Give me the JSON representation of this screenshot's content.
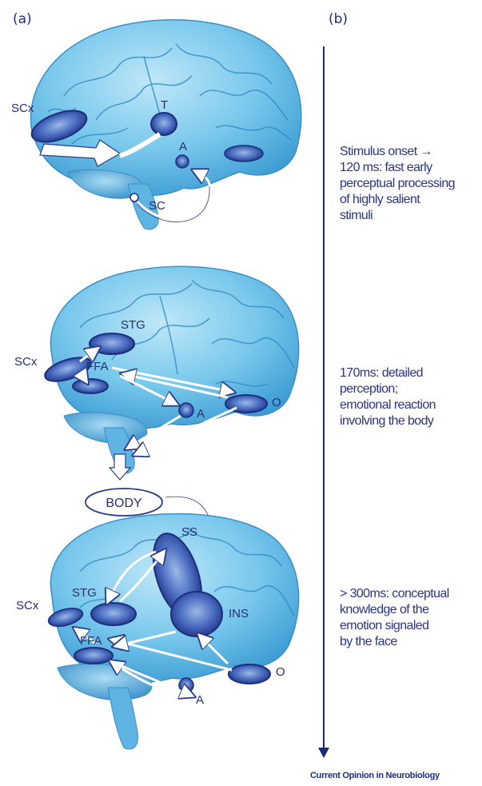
{
  "panels": {
    "a": "(a)",
    "b": "(b)"
  },
  "brain1": {
    "scx": "SCx",
    "t": "T",
    "a": "A",
    "sc": "SC"
  },
  "brain2": {
    "scx": "SCx",
    "stg": "STG",
    "ffa": "FFA",
    "a": "A",
    "o": "O"
  },
  "body_box": "BODY",
  "brain3": {
    "scx": "SCx",
    "stg": "STG",
    "ffa": "FFA",
    "ss": "SS",
    "ins": "INS",
    "a": "A",
    "o": "O"
  },
  "timeline": [
    {
      "lines": [
        "Stimulus onset →",
        "120 ms: fast early",
        "perceptual processing",
        "of highly salient",
        "stimuli"
      ]
    },
    {
      "lines": [
        "170ms: detailed",
        "perception;",
        "emotional reaction",
        "involving the body"
      ]
    },
    {
      "lines": [
        "> 300ms: conceptual",
        "knowledge of the",
        "emotion signaled",
        "by the face"
      ]
    }
  ],
  "credit": "Current Opinion in Neurobiology",
  "colors": {
    "brain": "#6ec4ea",
    "brain_dark": "#2a86c4",
    "region": "#1f3c8f",
    "text": "#2b3484"
  }
}
